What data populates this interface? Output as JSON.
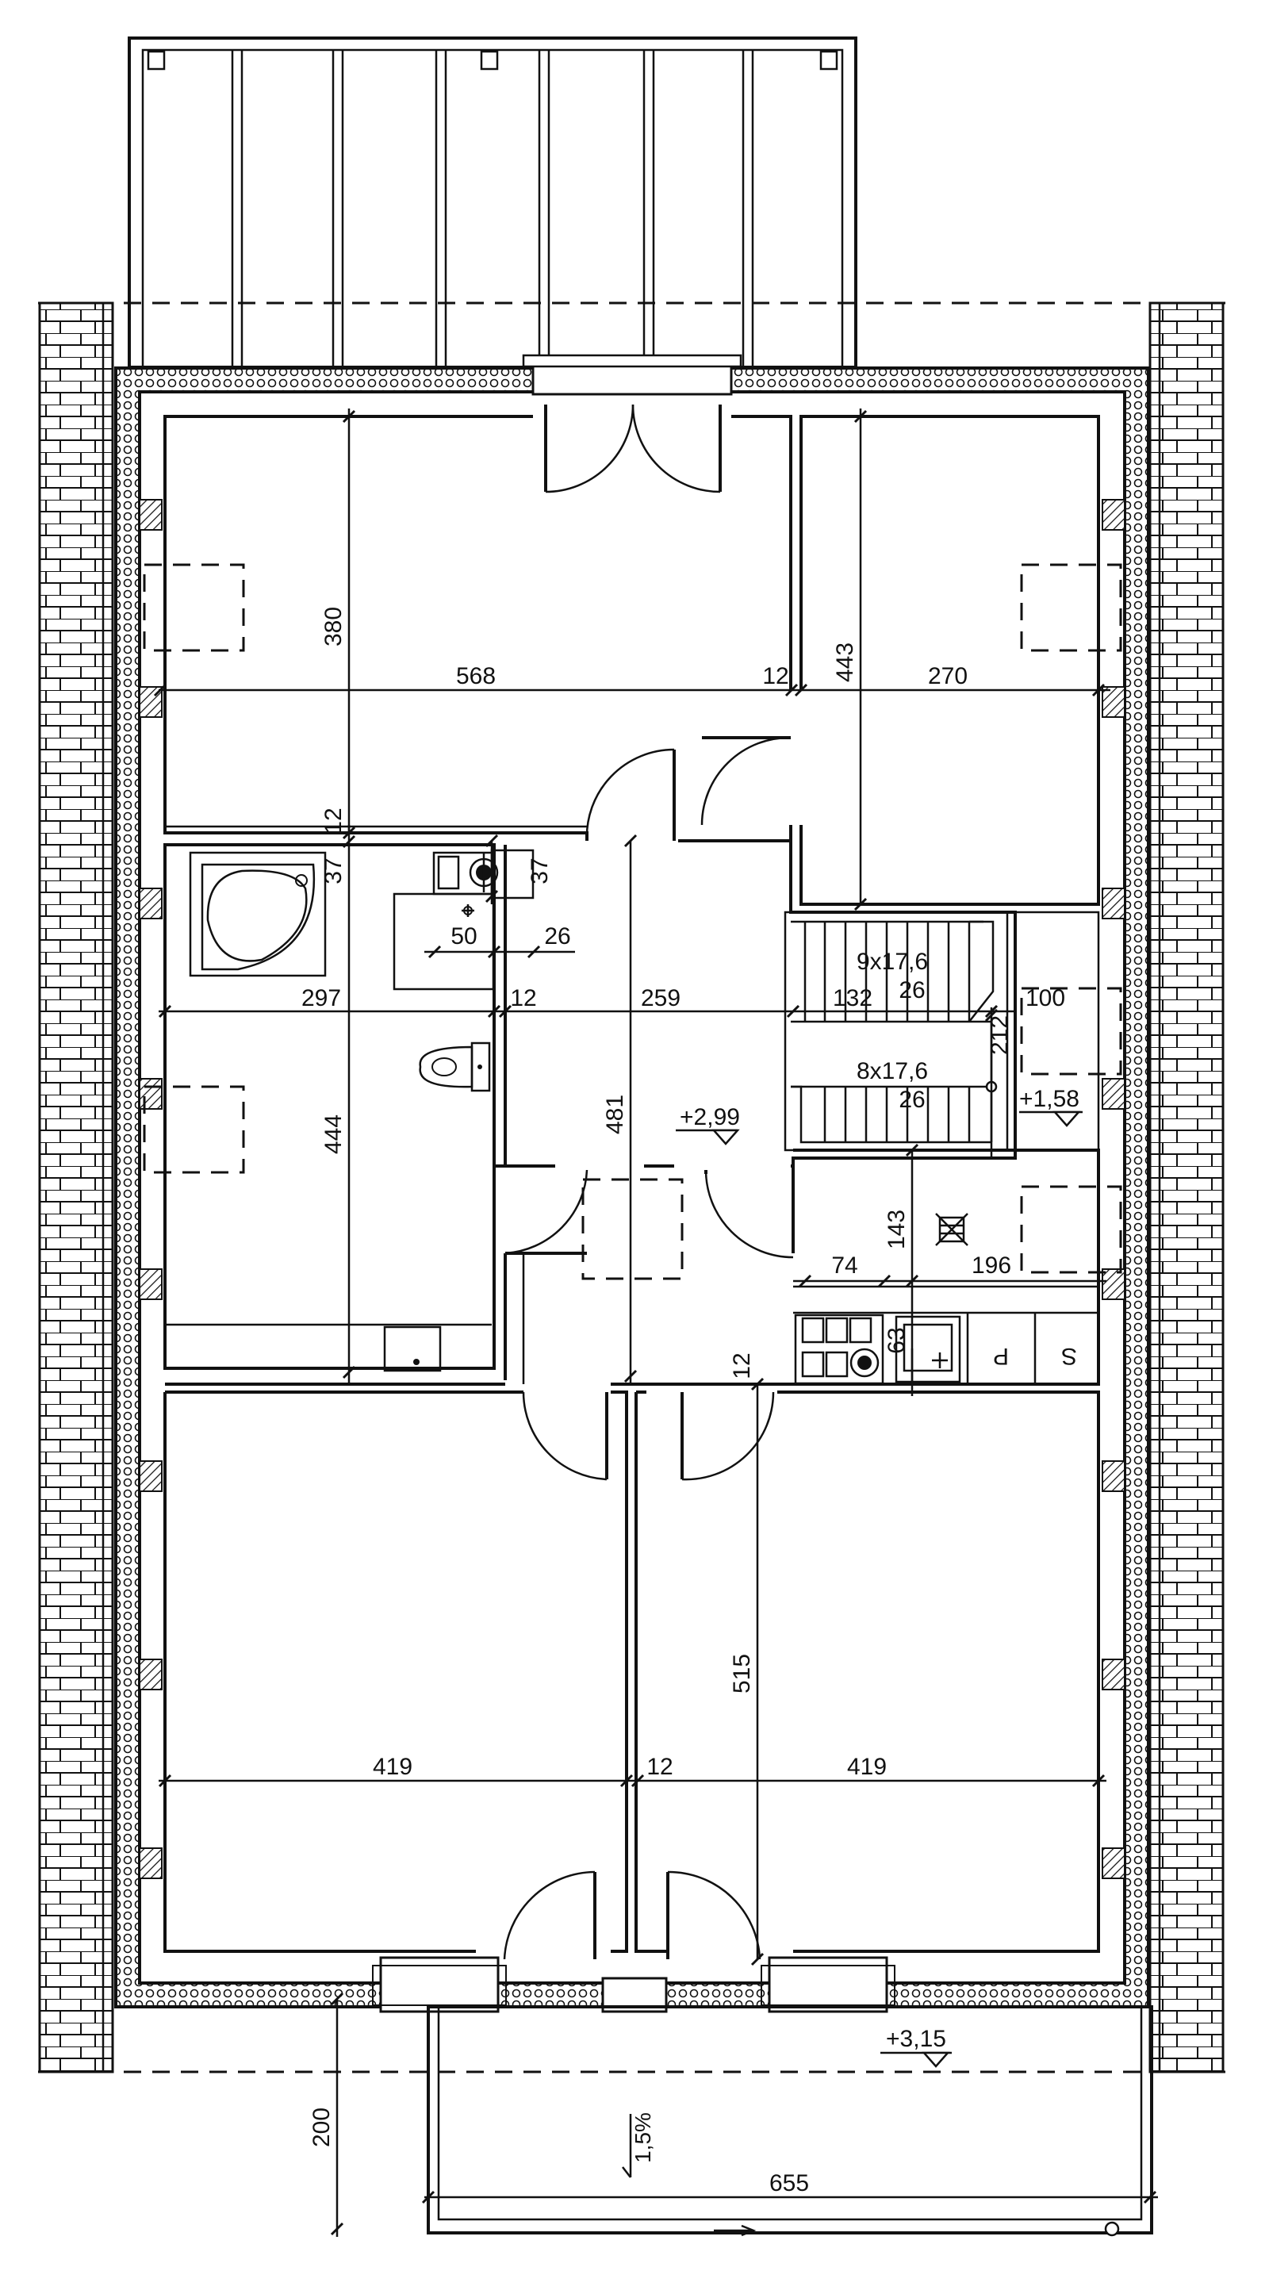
{
  "dimensions": {
    "d_568": "568",
    "d_12_a": "12",
    "d_443": "443",
    "d_270": "270",
    "d_380": "380",
    "d_12_b": "12",
    "d_37_a": "37",
    "d_37_b": "37",
    "d_50": "50",
    "d_26_a": "26",
    "d_297": "297",
    "d_12_c": "12",
    "d_259": "259",
    "d_132": "132",
    "d_100": "100",
    "d_212": "212",
    "d_444": "444",
    "d_481": "481",
    "d_143": "143",
    "d_74": "74",
    "d_196": "196",
    "d_63": "63",
    "d_12_d": "12",
    "d_515": "515",
    "d_419_a": "419",
    "d_12_e": "12",
    "d_419_b": "419",
    "d_200": "200",
    "d_655": "655"
  },
  "stairs": {
    "upper_count": "9x17,6",
    "upper_tread": "26",
    "lower_count": "8x17,6",
    "lower_tread": "26"
  },
  "levels": {
    "hall": "+2,99",
    "landing": "+1,58",
    "balcony": "+3,15"
  },
  "slope": "1,5%",
  "appliance_labels": {
    "p": "P",
    "s": "S"
  }
}
